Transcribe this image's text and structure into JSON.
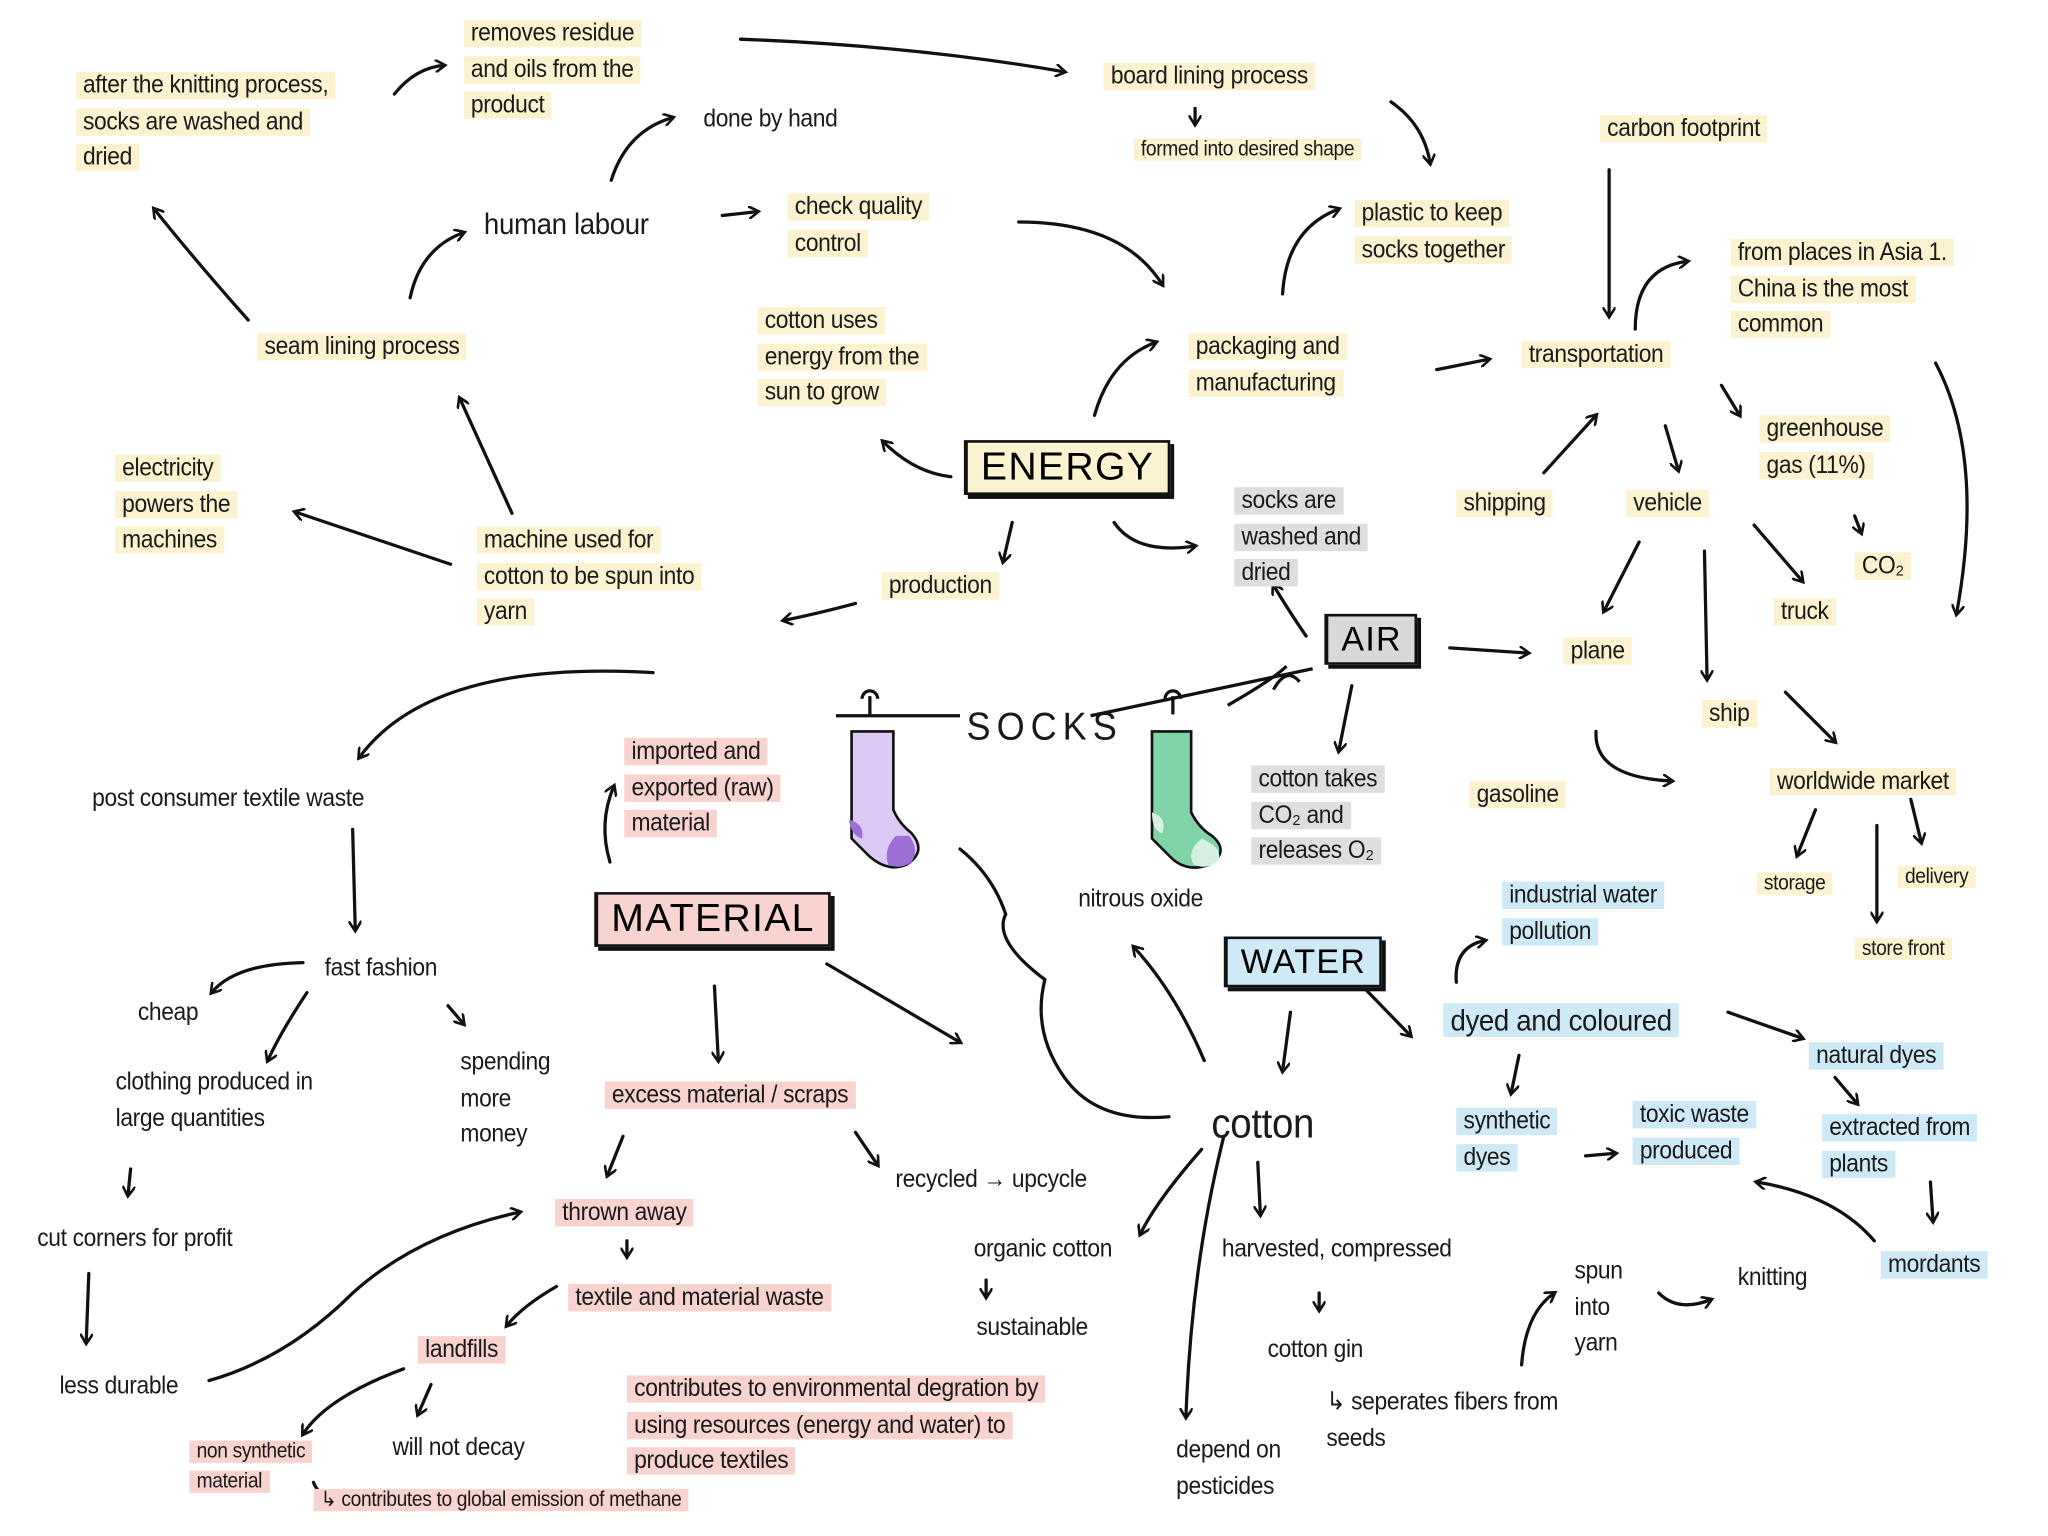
{
  "title": "SOCKS",
  "categories": {
    "energy": "ENERGY",
    "air": "AIR",
    "material": "MATERIAL",
    "water": "WATER"
  },
  "colors": {
    "yellow": "#fbf3cf",
    "red": "#f8d3cf",
    "blue": "#cfeaf7",
    "gray": "#dedede",
    "sock_purple": "#ddc9f5",
    "sock_green": "#7fd3a6"
  },
  "nodes": [
    {
      "text": "after the knitting process, socks are washed and dried",
      "hl": "y"
    },
    {
      "text": "removes residue and oils from the product",
      "hl": "y"
    },
    {
      "text": "done by hand",
      "hl": ""
    },
    {
      "text": "board lining process",
      "hl": "y"
    },
    {
      "text": "formed into desired shape",
      "hl": "y"
    },
    {
      "text": "carbon footprint",
      "hl": "y"
    },
    {
      "text": "plastic to keep socks together",
      "hl": "y"
    },
    {
      "text": "human labour",
      "hl": ""
    },
    {
      "text": "check quality control",
      "hl": "y"
    },
    {
      "text": "from places in Asia 1. China is the most common",
      "hl": "y"
    },
    {
      "text": "seam lining process",
      "hl": "y"
    },
    {
      "text": "cotton uses energy from the sun to grow",
      "hl": "y"
    },
    {
      "text": "packaging and manufacturing",
      "hl": "y"
    },
    {
      "text": "transportation",
      "hl": "y"
    },
    {
      "text": "greenhouse gas (11%)",
      "hl": "y"
    },
    {
      "text": "electricity powers the machines",
      "hl": "y"
    },
    {
      "text": "shipping",
      "hl": "y"
    },
    {
      "text": "vehicle",
      "hl": "y"
    },
    {
      "text": "CO₂",
      "hl": "y"
    },
    {
      "text": "socks are washed and dried",
      "hl": "g"
    },
    {
      "text": "machine used for cotton to be spun into yarn",
      "hl": "y"
    },
    {
      "text": "production",
      "hl": "y"
    },
    {
      "text": "truck",
      "hl": "y"
    },
    {
      "text": "plane",
      "hl": "y"
    },
    {
      "text": "ship",
      "hl": "y"
    },
    {
      "text": "post consumer textile waste",
      "hl": ""
    },
    {
      "text": "imported and exported (raw) material",
      "hl": "r"
    },
    {
      "text": "cotton takes CO₂ and releases O₂",
      "hl": "g"
    },
    {
      "text": "gasoline",
      "hl": "y"
    },
    {
      "text": "worldwide market",
      "hl": "y"
    },
    {
      "text": "nitrous oxide",
      "hl": ""
    },
    {
      "text": "industrial water pollution",
      "hl": "b"
    },
    {
      "text": "storage",
      "hl": "y"
    },
    {
      "text": "delivery",
      "hl": "y"
    },
    {
      "text": "store front",
      "hl": "y"
    },
    {
      "text": "fast fashion",
      "hl": ""
    },
    {
      "text": "cheap",
      "hl": ""
    },
    {
      "text": "dyed and coloured",
      "hl": "b"
    },
    {
      "text": "natural dyes",
      "hl": "b"
    },
    {
      "text": "spending more money",
      "hl": ""
    },
    {
      "text": "clothing produced in large quantities",
      "hl": ""
    },
    {
      "text": "excess material / scraps",
      "hl": "r"
    },
    {
      "text": "cotton",
      "hl": ""
    },
    {
      "text": "synthetic dyes",
      "hl": "b"
    },
    {
      "text": "toxic waste produced",
      "hl": "b"
    },
    {
      "text": "extracted from plants",
      "hl": "b"
    },
    {
      "text": "recycled → upcycle",
      "hl": ""
    },
    {
      "text": "cut corners for profit",
      "hl": ""
    },
    {
      "text": "thrown away",
      "hl": "r"
    },
    {
      "text": "organic cotton",
      "hl": ""
    },
    {
      "text": "harvested, compressed",
      "hl": ""
    },
    {
      "text": "spun into yarn",
      "hl": ""
    },
    {
      "text": "knitting",
      "hl": ""
    },
    {
      "text": "mordants",
      "hl": "b"
    },
    {
      "text": "textile and material waste",
      "hl": "r"
    },
    {
      "text": "sustainable",
      "hl": ""
    },
    {
      "text": "landfills",
      "hl": "r"
    },
    {
      "text": "cotton gin",
      "hl": ""
    },
    {
      "text": "less durable",
      "hl": ""
    },
    {
      "text": "contributes to environmental degration by using resources (energy and water) to produce textiles",
      "hl": "r"
    },
    {
      "text": "↳ seperates fibers from seeds",
      "hl": ""
    },
    {
      "text": "non synthetic material",
      "hl": "r"
    },
    {
      "text": "will not decay",
      "hl": ""
    },
    {
      "text": "depend on pesticides",
      "hl": ""
    },
    {
      "text": "↳ contributes to global emission of methane",
      "hl": "r"
    }
  ]
}
